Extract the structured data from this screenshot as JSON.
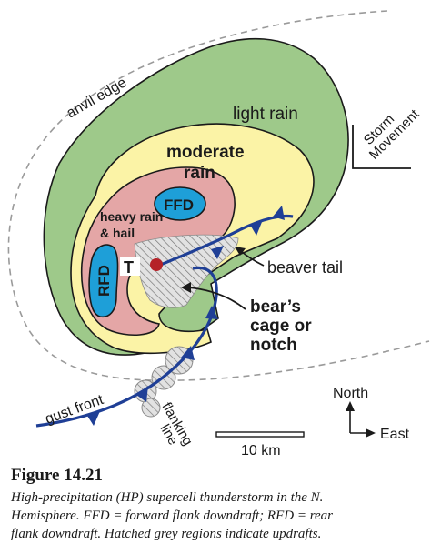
{
  "diagram": {
    "labels": {
      "anvil_edge": "anvil edge",
      "light_rain": "light rain",
      "moderate_rain_1": "moderate",
      "moderate_rain_2": "rain",
      "heavy_rain_1": "heavy rain",
      "heavy_rain_2": "& hail",
      "ffd": "FFD",
      "rfd": "RFD",
      "tornado": "T",
      "beaver_tail": "beaver tail",
      "bears_cage_1": "bear’s",
      "bears_cage_2": "cage or",
      "bears_cage_3": "notch",
      "storm_movement_1": "Storm",
      "storm_movement_2": "Movement",
      "gust_front": "gust front",
      "flanking_line_1": "flanking",
      "flanking_line_2": "line",
      "north": "North",
      "east": "East",
      "scale": "10 km"
    },
    "colors": {
      "light_rain": "#9ec98a",
      "moderate_rain": "#fbf3a6",
      "heavy_rain": "#e4a6a6",
      "downdraft": "#1e9fd8",
      "front": "#1f3f96",
      "tornado_dot": "#b52228",
      "anvil_edge": "#9a9a9a"
    }
  },
  "caption": {
    "title": "Figure 14.21",
    "line1": "High-precipitation (HP) supercell thunderstorm in the N.",
    "line2": "Hemisphere.  FFD = forward flank downdraft;  RFD = rear",
    "line3": "flank downdraft.  Hatched grey regions indicate updrafts."
  }
}
